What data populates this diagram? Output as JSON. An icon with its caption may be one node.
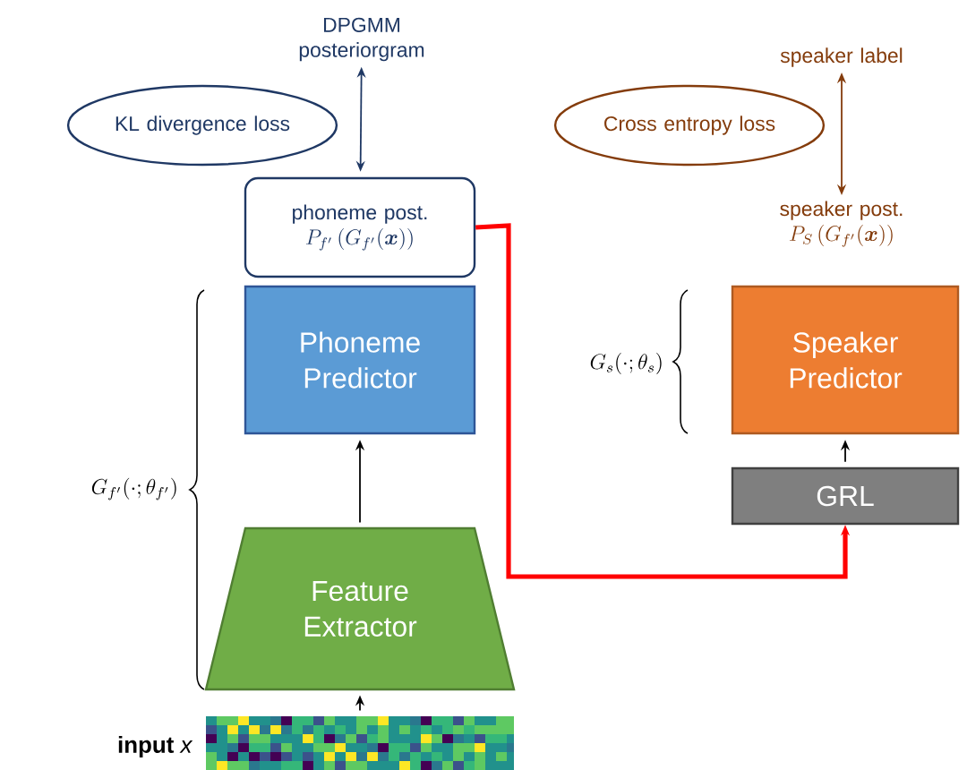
{
  "diagram": {
    "nodes": [
      {
        "text": [
          "DPGMM posteriorgram"
        ]
      },
      {
        "text": [
          "KL divergence loss"
        ]
      },
      {
        "text": [
          "phoneme post.",
          "P_{f'}\\left(G_{f'}(\\boldsymbol{x})\\right)"
        ]
      },
      {
        "text": [
          "Phoneme Predictor"
        ]
      },
      {
        "text": [
          "Feature Extractor"
        ]
      },
      {
        "text": [],
        "shape": "picture",
        "beside": [
          "**input** *x*"
        ]
      },
      {
        "text": [
          "speaker label"
        ]
      },
      {
        "text": [
          "Cross entropy loss"
        ]
      },
      {
        "text": [
          "speaker post.",
          "P_{S}\\left(G_{f'}(\\boldsymbol{x})\\right)"
        ]
      },
      {
        "text": [
          "Speaker Predictor"
        ]
      },
      {
        "text": [
          "GRL"
        ]
      }
    ],
    "edges": [
      {
        "from": 0,
        "to": 2,
        "arrow": "both",
        "color": "#1f3864"
      },
      {
        "from": 6,
        "to": 8,
        "arrow": "both",
        "color": "#843c0c"
      },
      {
        "from": 5,
        "to": 4,
        "arrow": "to"
      },
      {
        "from": 4,
        "to": 3,
        "arrow": "to"
      },
      {
        "from": 10,
        "to": 9,
        "arrow": "to"
      },
      {
        "from": 2,
        "to": 10,
        "arrow": "to",
        "style": "thick",
        "color": "#ff0000"
      }
    ],
    "labels": [
      "G_{f'}(\\cdot;\\theta_{f'})",
      "G_{s}(\\cdot;\\theta_{s})"
    ]
  }
}
